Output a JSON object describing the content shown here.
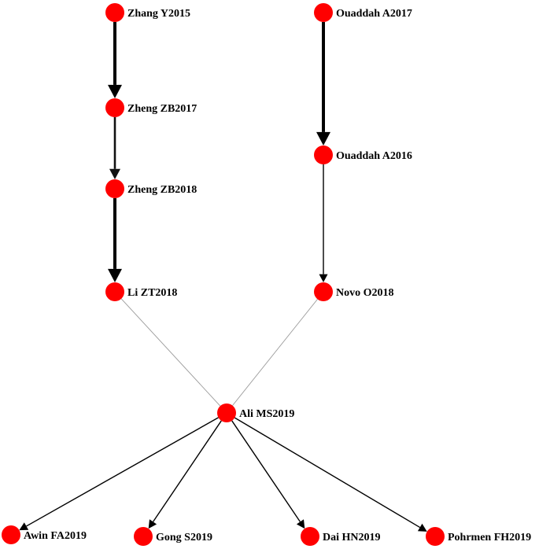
{
  "colors": {
    "node_fill": "#ff0000",
    "edge_thick": "#000000",
    "edge_medium": "#111111",
    "edge_thin": "#9a9a9a",
    "background": "#ffffff"
  },
  "nodes": [
    {
      "id": "zhang2015",
      "label": "Zhang Y2015"
    },
    {
      "id": "zheng2017",
      "label": "Zheng ZB2017"
    },
    {
      "id": "zheng2018",
      "label": "Zheng ZB2018"
    },
    {
      "id": "li2018",
      "label": "Li ZT2018"
    },
    {
      "id": "ouaddah2017",
      "label": "Ouaddah A2017"
    },
    {
      "id": "ouaddah2016",
      "label": "Ouaddah A2016"
    },
    {
      "id": "novo2018",
      "label": "Novo O2018"
    },
    {
      "id": "ali2019",
      "label": "Ali MS2019"
    },
    {
      "id": "awin2019",
      "label": "Awin FA2019"
    },
    {
      "id": "gong2019",
      "label": "Gong S2019"
    },
    {
      "id": "dai2019",
      "label": "Dai HN2019"
    },
    {
      "id": "pohrmen2019",
      "label": "Pohrmen FH2019"
    }
  ],
  "edges": [
    {
      "from": "zhang2015",
      "to": "zheng2017",
      "weight": "heavy",
      "arrow": true
    },
    {
      "from": "zheng2017",
      "to": "zheng2018",
      "weight": "medium",
      "arrow": true
    },
    {
      "from": "zheng2018",
      "to": "li2018",
      "weight": "heavy",
      "arrow": true
    },
    {
      "from": "ouaddah2017",
      "to": "ouaddah2016",
      "weight": "heavy",
      "arrow": true
    },
    {
      "from": "ouaddah2016",
      "to": "novo2018",
      "weight": "light",
      "arrow": true
    },
    {
      "from": "li2018",
      "to": "ali2019",
      "weight": "faint",
      "arrow": false
    },
    {
      "from": "novo2018",
      "to": "ali2019",
      "weight": "faint",
      "arrow": false
    },
    {
      "from": "ali2019",
      "to": "awin2019",
      "weight": "light",
      "arrow": true
    },
    {
      "from": "ali2019",
      "to": "gong2019",
      "weight": "light",
      "arrow": true
    },
    {
      "from": "ali2019",
      "to": "dai2019",
      "weight": "light",
      "arrow": true
    },
    {
      "from": "ali2019",
      "to": "pohrmen2019",
      "weight": "light",
      "arrow": true
    }
  ]
}
